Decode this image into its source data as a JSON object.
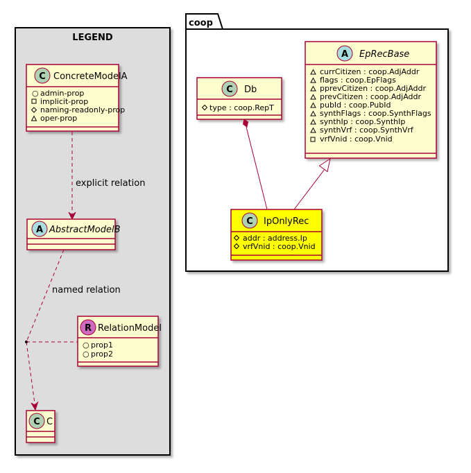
{
  "legend": {
    "title": "LEGEND",
    "concrete": {
      "stereotype": "C",
      "name": "ConcreteModelA",
      "members": [
        "admin-prop",
        "implicit-prop",
        "naming-readonly-prop",
        "oper-prop"
      ]
    },
    "abstract": {
      "stereotype": "A",
      "name": "AbstractModelB"
    },
    "relation_model": {
      "stereotype": "R",
      "name": "RelationModel",
      "members": [
        "prop1",
        "prop2"
      ]
    },
    "c_class": {
      "stereotype": "C",
      "name": "C"
    },
    "explicit_relation": "explicit relation",
    "named_relation": "named relation"
  },
  "coop": {
    "title": "coop",
    "db": {
      "stereotype": "C",
      "name": "Db",
      "members": [
        "type : coop.RepT"
      ]
    },
    "eprecbase": {
      "stereotype": "A",
      "name": "EpRecBase",
      "members": [
        "currCitizen : coop.AdjAddr",
        "flags : coop.EpFlags",
        "pprevCitizen : coop.AdjAddr",
        "prevCitizen : coop.AdjAddr",
        "pubId : coop.PubId",
        "synthFlags : coop.SynthFlags",
        "synthIp : coop.SynthIp",
        "synthVrf : coop.SynthVrf",
        "vrfVnid : coop.Vnid"
      ]
    },
    "iponlyrec": {
      "stereotype": "C",
      "name": "IpOnlyRec",
      "members": [
        "addr : address.Ip",
        "vrfVnid : coop.Vnid"
      ]
    }
  },
  "colors": {
    "class_fill": "#FEFECE",
    "highlight_fill": "#FFFF00",
    "border": "#A80036",
    "legend_bg": "#DDDDDD",
    "circle_c": "#ADD1B2",
    "circle_a": "#A9DCDF",
    "circle_r": "#CE6BC1"
  }
}
